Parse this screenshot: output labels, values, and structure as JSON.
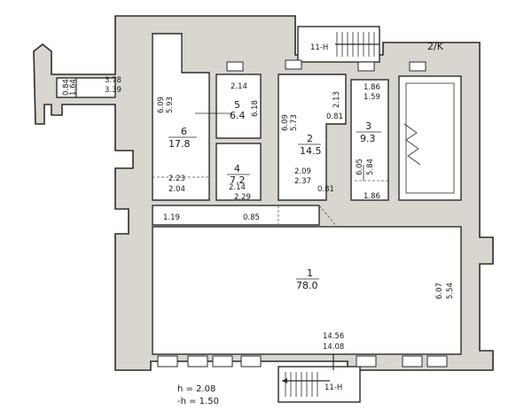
{
  "title": "2/K",
  "stair_top_label": "11-H",
  "stair_bottom_label": "11-H",
  "heights": {
    "h": "h  =  2.08",
    "minus_h": "-h  =  1.50"
  },
  "rooms": {
    "r1": {
      "number": "1",
      "area": "78.0",
      "dims": [
        "14.56",
        "14.08",
        "6.07",
        "5.54"
      ]
    },
    "r2": {
      "number": "2",
      "area": "14.5",
      "dims": [
        "6.09",
        "5.73",
        "2.13",
        "0.81",
        "2.09",
        "2.37",
        "0.81"
      ]
    },
    "r3": {
      "number": "3",
      "area": "9.3",
      "dims": [
        "1.86",
        "1.59",
        "6.05",
        "5.84",
        "1.86"
      ]
    },
    "r4": {
      "number": "4",
      "area": "7.2",
      "dims": [
        "2.14",
        "2.29"
      ]
    },
    "r5": {
      "number": "5",
      "area": "6.4",
      "dims": [
        "2.14",
        "6.18"
      ]
    },
    "r6": {
      "number": "6",
      "area": "17.8",
      "dims": [
        "6.09",
        "5.93",
        "2.23",
        "2.04"
      ]
    },
    "niche": {
      "dims": [
        "3.78",
        "3.39",
        "0.84",
        "1.64"
      ]
    },
    "corridor": {
      "dims": [
        "1.19",
        "0.85"
      ]
    }
  }
}
